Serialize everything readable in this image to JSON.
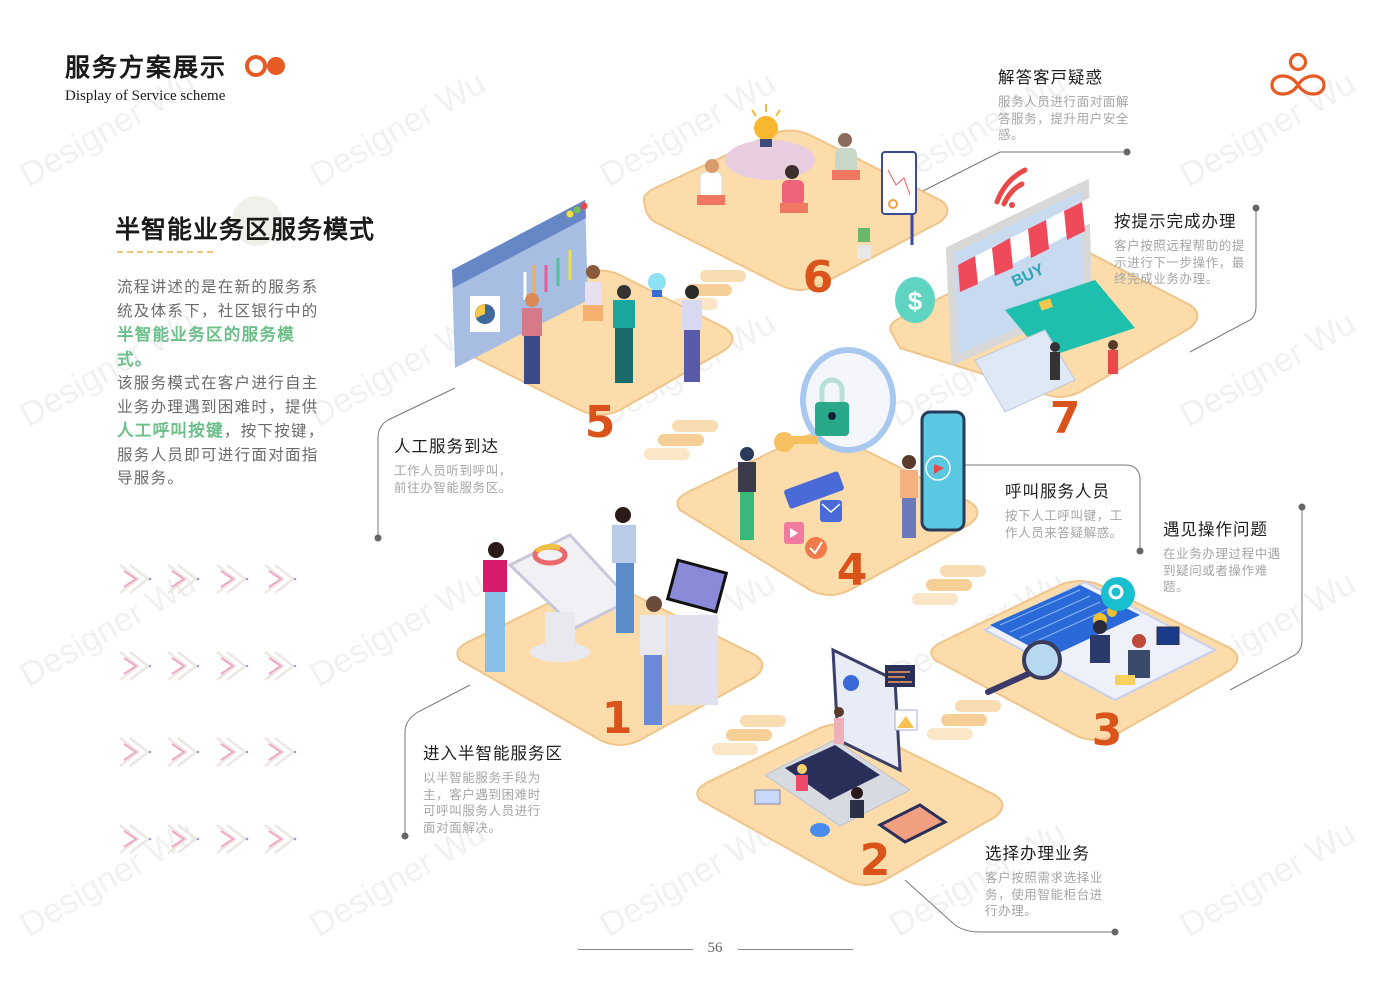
{
  "header": {
    "title_cn": "服务方案展示",
    "title_en": "Display of Service scheme"
  },
  "brand": {
    "accent": "#e85a24",
    "highlight": "#6dbf8a",
    "tile": "#fcdcaa",
    "tile_edge": "#f4c98c",
    "number_color": "#d9531a"
  },
  "intro": {
    "heading": "半智能业务区服务模式",
    "p1_pre": "流程讲述的是在新的服务系统及体系下，社区银行中的",
    "p1_hl": "半智能业务区的服务模式。",
    "p2_pre": "该服务模式在客户进行自主业务办理遇到困难时，提供",
    "p2_hl": "人工呼叫按键",
    "p2_post": "，按下按键，服务人员即可进行面对面指导服务。"
  },
  "steps": [
    {
      "number": "1",
      "title": "进入半智能服务区",
      "desc": "以半智能服务手段为主，客户遇到困难时可呼叫服务人员进行面对面解决。"
    },
    {
      "number": "2",
      "title": "选择办理业务",
      "desc": "客户按照需求选择业务，使用智能柜台进行办理。"
    },
    {
      "number": "3",
      "title": "遇见操作问题",
      "desc": "在业务办理过程中遇到疑问或者操作难题。"
    },
    {
      "number": "4",
      "title": "呼叫服务人员",
      "desc": "按下人工呼叫键，工作人员来答疑解惑。"
    },
    {
      "number": "5",
      "title": "人工服务到达",
      "desc": "工作人员听到呼叫，前往办智能服务区。"
    },
    {
      "number": "6",
      "title": "解答客戸疑惑",
      "desc": "服务人员进行面对面解答服务，提升用户安全感。"
    },
    {
      "number": "7",
      "title": "按提示完成办理",
      "desc": "客户按照远程帮助的提示进行下一步操作，最终完成业务办理。"
    }
  ],
  "illustration_labels": {
    "buy_sign": "BUY",
    "dollar": "$"
  },
  "watermark": "Designer Wu",
  "page_number": "56"
}
